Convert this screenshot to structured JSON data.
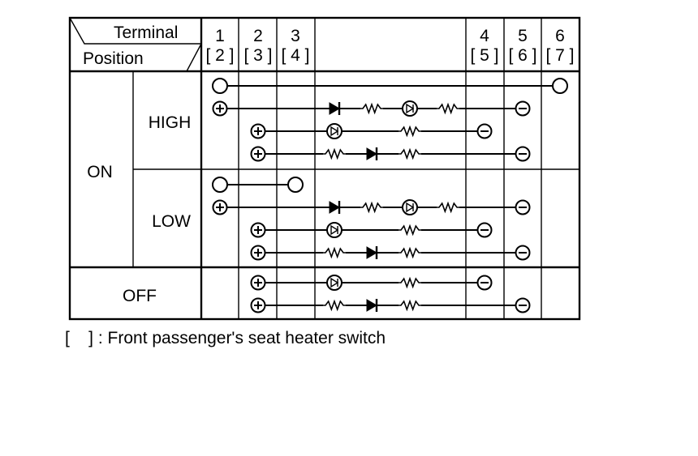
{
  "header": {
    "terminal_label": "Terminal",
    "position_label": "Position"
  },
  "terminals": [
    {
      "num": "1",
      "bracket": "[ 2 ]"
    },
    {
      "num": "2",
      "bracket": "[ 3 ]"
    },
    {
      "num": "3",
      "bracket": "[ 4 ]"
    },
    {
      "num": "4",
      "bracket": "[ 5 ]"
    },
    {
      "num": "5",
      "bracket": "[ 6 ]"
    },
    {
      "num": "6",
      "bracket": "[ 7 ]"
    }
  ],
  "positions": {
    "on": "ON",
    "high": "HIGH",
    "low": "LOW",
    "off": "OFF"
  },
  "footnote": {
    "bracket": "[    ]",
    "text": " : Front passenger's seat heater switch"
  },
  "colors": {
    "line": "#000000",
    "background": "#ffffff"
  }
}
